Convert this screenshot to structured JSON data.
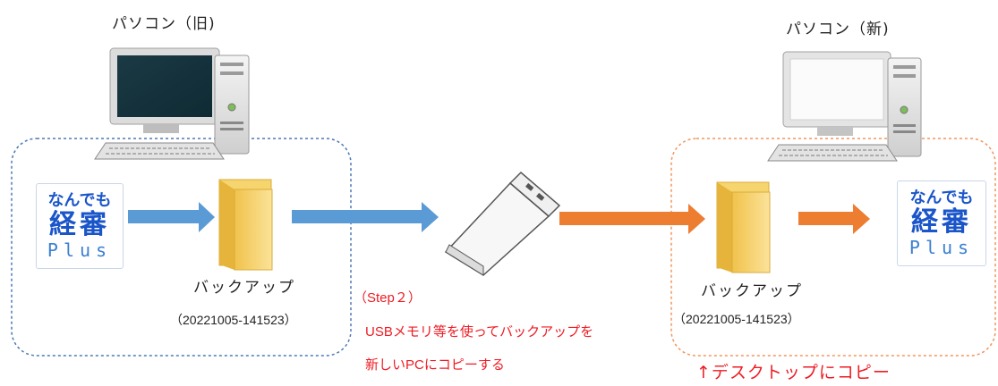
{
  "old_pc": {
    "title": "パソコン（旧)"
  },
  "new_pc": {
    "title": "パソコン（新)"
  },
  "logo": {
    "line1": "なんでも",
    "line2": "経審",
    "line3": "Plus"
  },
  "left_backup": {
    "label": "バックアップ",
    "timestamp": "（20221005-141523）"
  },
  "right_backup": {
    "label": "バックアップ",
    "timestamp": "（20221005-141523）"
  },
  "step": {
    "title": "（Step２）",
    "line1": "USBメモリ等を使ってバックアップを",
    "line2": "新しいPCにコピーする"
  },
  "footer": {
    "note": "↑デスクトップにコピー"
  },
  "colors": {
    "blue_arrow": "#5b9bd5",
    "orange_arrow": "#ed7d31",
    "red_text": "#ee1c24",
    "folder": "#f8d775"
  }
}
